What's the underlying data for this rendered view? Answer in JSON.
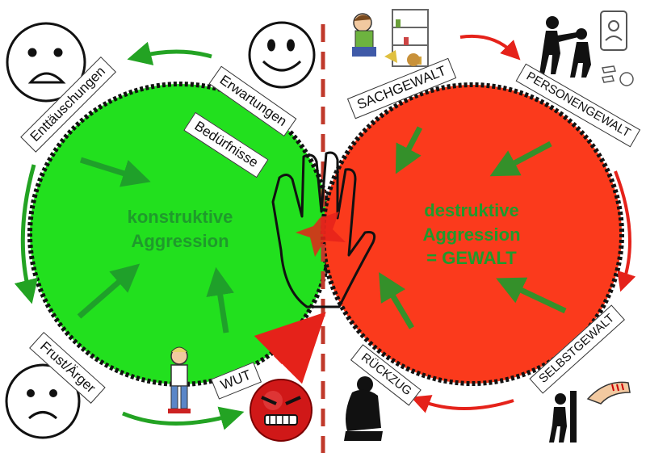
{
  "left": {
    "title_line1": "konstruktive",
    "title_line2": "Aggression",
    "labels": {
      "enttaeuschungen": "Enttäuschungen",
      "erwartungen": "Erwartungen",
      "beduerfnisse": "Bedürfnisse",
      "frust": "Frust/Ärger",
      "wut": "WUT"
    }
  },
  "right": {
    "title_line1": "destruktive",
    "title_line2": "Aggression",
    "title_line3": "= GEWALT",
    "labels": {
      "sachgewalt": "SACHGEWALT",
      "personengewalt": "PERSONENGEWALT",
      "selbstgewalt": "SELBSTGEWALT",
      "rueckzug": "RÜCKZUG"
    }
  },
  "colors": {
    "green_circle": "#22e01e",
    "red_circle": "#fb3a1c",
    "arrow_green": "#23a323",
    "arrow_dark_green": "#1f9a2c",
    "arrow_red": "#e5221a",
    "divider": "#c0392b"
  },
  "icons": [
    "sad-face-icon",
    "happy-face-icon",
    "sad-face-icon",
    "angry-face-icon",
    "hand-stop-icon",
    "child-breaking-things-icon",
    "person-hitting-icon",
    "phone-bullying-icon",
    "pointing-fingers-icon",
    "person-withdrawn-icon",
    "person-hurting-self-icon",
    "injured-arm-icon",
    "angry-child-icon"
  ]
}
